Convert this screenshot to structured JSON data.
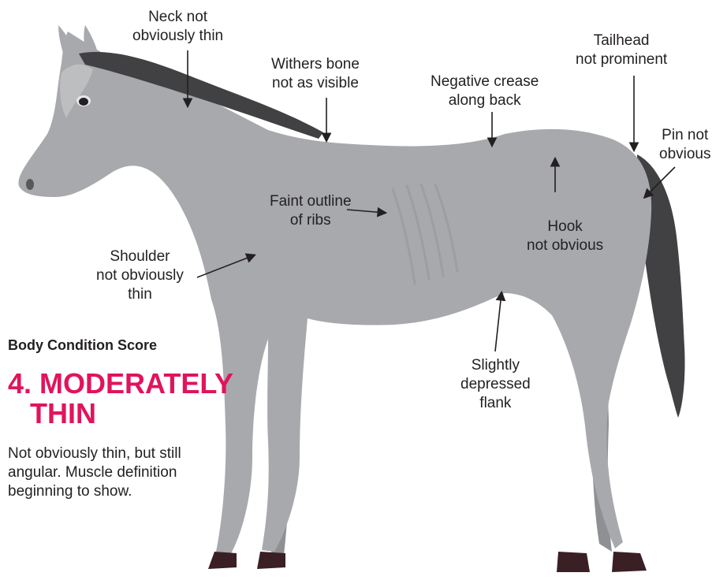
{
  "colors": {
    "coat": "#a7a9ac",
    "coat_shade": "#8e9094",
    "mane_tail": "#414042",
    "hoof": "#3a1f25",
    "arrow": "#231f20",
    "accent": "#e0145d"
  },
  "annotations": {
    "neck": [
      "Neck not",
      "obviously thin"
    ],
    "withers": [
      "Withers bone",
      "not as visible"
    ],
    "crease": [
      "Negative crease",
      "along back"
    ],
    "tailhead": [
      "Tailhead",
      "not prominent"
    ],
    "pin": [
      "Pin not",
      "obvious"
    ],
    "ribs": [
      "Faint outline",
      "of ribs"
    ],
    "hook": [
      "Hook",
      "not obvious"
    ],
    "shoulder": [
      "Shoulder",
      "not obviously",
      "thin"
    ],
    "flank": [
      "Slightly",
      "depressed",
      "flank"
    ]
  },
  "score": {
    "heading": "Body Condition Score",
    "title_line1": "4. MODERATELY",
    "title_line2": "THIN",
    "description": "Not obviously thin, but still angular. Muscle definition beginning to show."
  }
}
